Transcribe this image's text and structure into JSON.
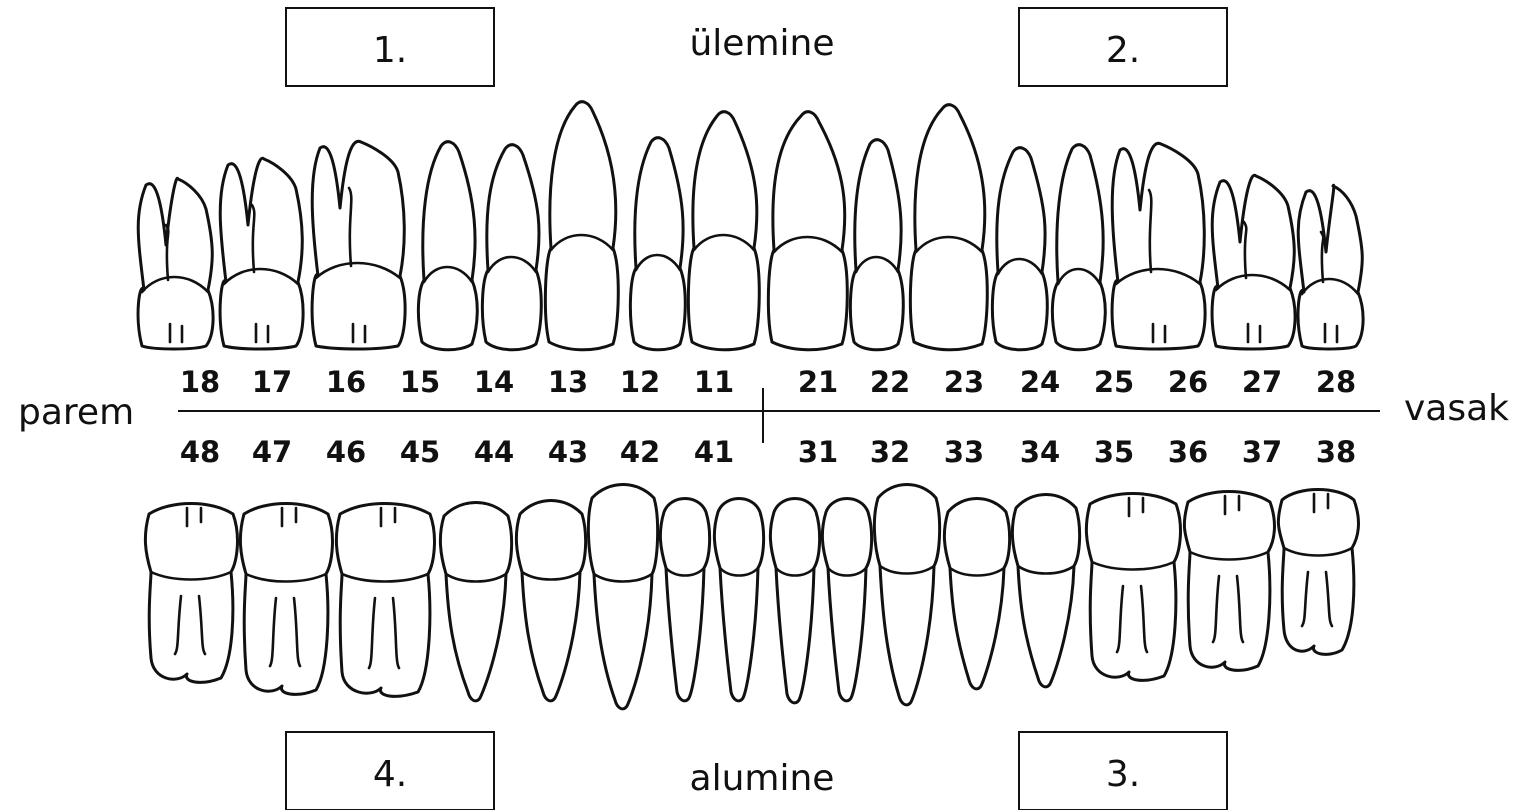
{
  "labels": {
    "top": "ülemine",
    "bottom": "alumine",
    "left": "parem",
    "right": "vasak"
  },
  "quadrant_boxes": [
    {
      "id": "q1",
      "text": "1."
    },
    {
      "id": "q2",
      "text": "2."
    },
    {
      "id": "q4",
      "text": "4."
    },
    {
      "id": "q3",
      "text": "3."
    }
  ],
  "upper_numbers": [
    "18",
    "17",
    "16",
    "15",
    "14",
    "13",
    "12",
    "11",
    "21",
    "22",
    "23",
    "24",
    "25",
    "26",
    "27",
    "28"
  ],
  "lower_numbers": [
    "48",
    "47",
    "46",
    "45",
    "44",
    "43",
    "42",
    "41",
    "31",
    "32",
    "33",
    "34",
    "35",
    "36",
    "37",
    "38"
  ],
  "upper_types": [
    "molar",
    "molar",
    "molar",
    "premolar",
    "premolar",
    "canine",
    "incisor",
    "incisor",
    "incisor",
    "incisor",
    "canine",
    "premolar",
    "premolar",
    "molar",
    "molar",
    "molar"
  ],
  "lower_types": [
    "molar",
    "molar",
    "molar",
    "premolar",
    "premolar",
    "canine",
    "incisor",
    "incisor",
    "incisor",
    "incisor",
    "canine",
    "premolar",
    "premolar",
    "molar",
    "molar",
    "molar"
  ]
}
